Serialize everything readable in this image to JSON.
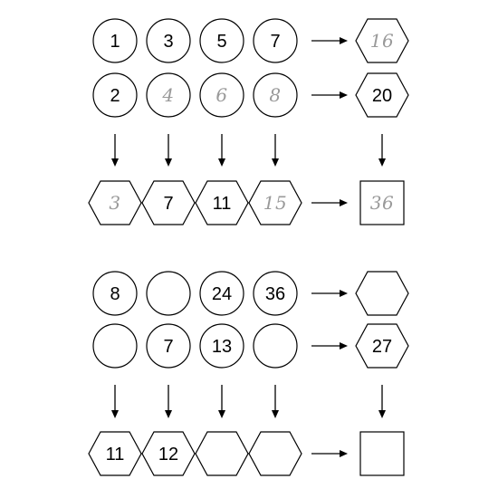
{
  "puzzles": [
    {
      "top_row": [
        {
          "text": "1",
          "style": "typed"
        },
        {
          "text": "3",
          "style": "typed"
        },
        {
          "text": "5",
          "style": "typed"
        },
        {
          "text": "7",
          "style": "typed"
        }
      ],
      "top_total": {
        "text": "16",
        "style": "hand"
      },
      "bottom_row": [
        {
          "text": "2",
          "style": "typed"
        },
        {
          "text": "4",
          "style": "hand"
        },
        {
          "text": "6",
          "style": "hand"
        },
        {
          "text": "8",
          "style": "hand"
        }
      ],
      "bottom_total": {
        "text": "20",
        "style": "typed"
      },
      "sums": [
        {
          "text": "3",
          "style": "hand"
        },
        {
          "text": "7",
          "style": "typed"
        },
        {
          "text": "11",
          "style": "typed"
        },
        {
          "text": "15",
          "style": "hand"
        }
      ],
      "grand_total": {
        "text": "36",
        "style": "hand"
      }
    },
    {
      "top_row": [
        {
          "text": "8",
          "style": "typed"
        },
        {
          "text": "",
          "style": "typed"
        },
        {
          "text": "24",
          "style": "typed"
        },
        {
          "text": "36",
          "style": "typed"
        }
      ],
      "top_total": {
        "text": "",
        "style": "typed"
      },
      "bottom_row": [
        {
          "text": "",
          "style": "typed"
        },
        {
          "text": "7",
          "style": "typed"
        },
        {
          "text": "13",
          "style": "typed"
        },
        {
          "text": "",
          "style": "typed"
        }
      ],
      "bottom_total": {
        "text": "27",
        "style": "typed"
      },
      "sums": [
        {
          "text": "11",
          "style": "typed"
        },
        {
          "text": "12",
          "style": "typed"
        },
        {
          "text": "",
          "style": "typed"
        },
        {
          "text": "",
          "style": "typed"
        }
      ],
      "grand_total": {
        "text": "",
        "style": "typed"
      }
    }
  ]
}
